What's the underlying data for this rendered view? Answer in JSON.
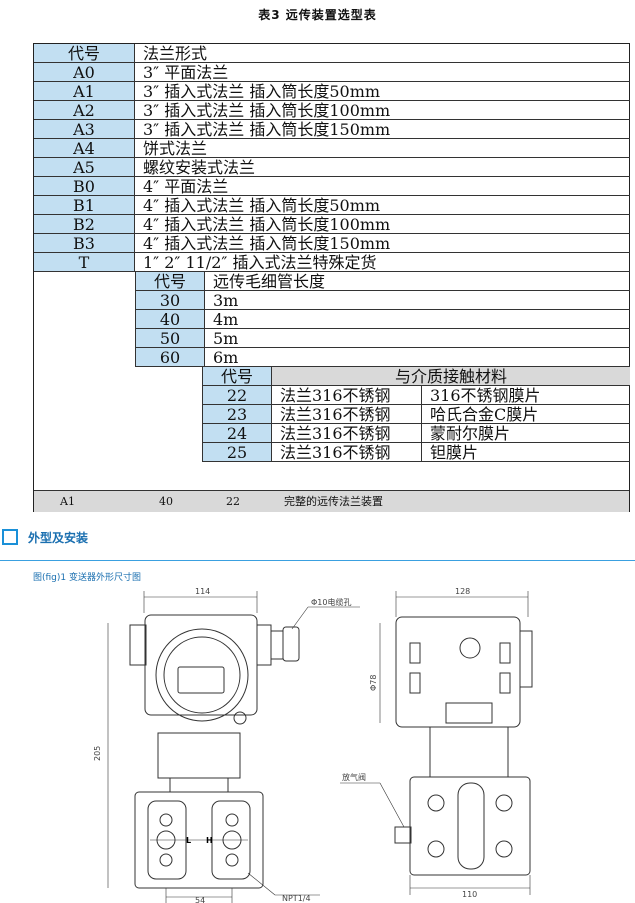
{
  "title": "表3  远传装置选型表",
  "table1": {
    "header": [
      "代号",
      "法兰形式"
    ],
    "rows": [
      [
        "A0",
        "3″ 平面法兰"
      ],
      [
        "A1",
        "3″ 插入式法兰 插入筒长度50mm"
      ],
      [
        "A2",
        "3″ 插入式法兰 插入筒长度100mm"
      ],
      [
        "A3",
        "3″ 插入式法兰 插入筒长度150mm"
      ],
      [
        "A4",
        "饼式法兰"
      ],
      [
        "A5",
        "螺纹安装式法兰"
      ],
      [
        "B0",
        "4″ 平面法兰"
      ],
      [
        "B1",
        "4″ 插入式法兰 插入筒长度50mm"
      ],
      [
        "B2",
        "4″ 插入式法兰 插入筒长度100mm"
      ],
      [
        "B3",
        "4″ 插入式法兰 插入筒长度150mm"
      ],
      [
        "T",
        "1″  2″  11/2″ 插入式法兰特殊定货"
      ]
    ]
  },
  "table2": {
    "header": [
      "代号",
      "远传毛细管长度"
    ],
    "rows": [
      [
        "30",
        "3m"
      ],
      [
        "40",
        "4m"
      ],
      [
        "50",
        "5m"
      ],
      [
        "60",
        "6m"
      ]
    ]
  },
  "table3": {
    "header": [
      "代号",
      "与介质接触材料"
    ],
    "rows": [
      [
        "22",
        "法兰316不锈钢",
        "316不锈钢膜片"
      ],
      [
        "23",
        "法兰316不锈钢",
        "哈氏合金C膜片"
      ],
      [
        "24",
        "法兰316不锈钢",
        "蒙耐尔膜片"
      ],
      [
        "25",
        "法兰316不锈钢",
        "钽膜片"
      ]
    ]
  },
  "example": {
    "code1": "A1",
    "code2": "40",
    "code3": "22",
    "desc": "完整的远传法兰装置"
  },
  "section_title": "外型及安装",
  "figure_caption": "图(fig)1  变送器外形尺寸图",
  "drawing": {
    "dim_top_left": "114",
    "dim_top_right": "128",
    "dim_height": "205",
    "dim_bottom_left": "54",
    "dim_bottom_right": "110",
    "dim_dia": "Φ78",
    "cable_hole": "Φ10电缆孔",
    "vent_valve": "放气阀",
    "npt": "NPT1/4",
    "L": "L",
    "H": "H"
  },
  "colors": {
    "header_blue": "#c2dff2",
    "accent": "#1a6fb0"
  }
}
